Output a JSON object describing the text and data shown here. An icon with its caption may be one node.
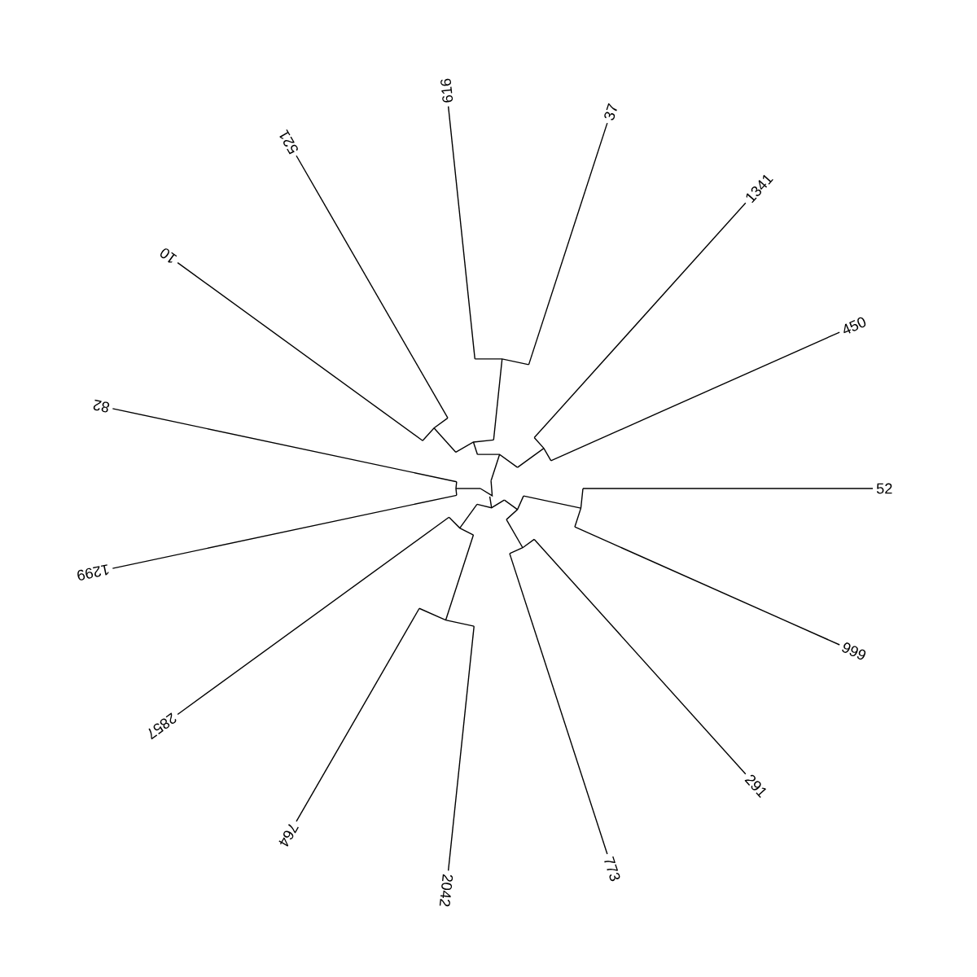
{
  "diagram": {
    "labels": [
      "616",
      "37",
      "1341",
      "450",
      "52",
      "999",
      "291",
      "773",
      "2042",
      "764",
      "2857",
      "1299",
      "82",
      "10",
      "521"
    ]
  }
}
